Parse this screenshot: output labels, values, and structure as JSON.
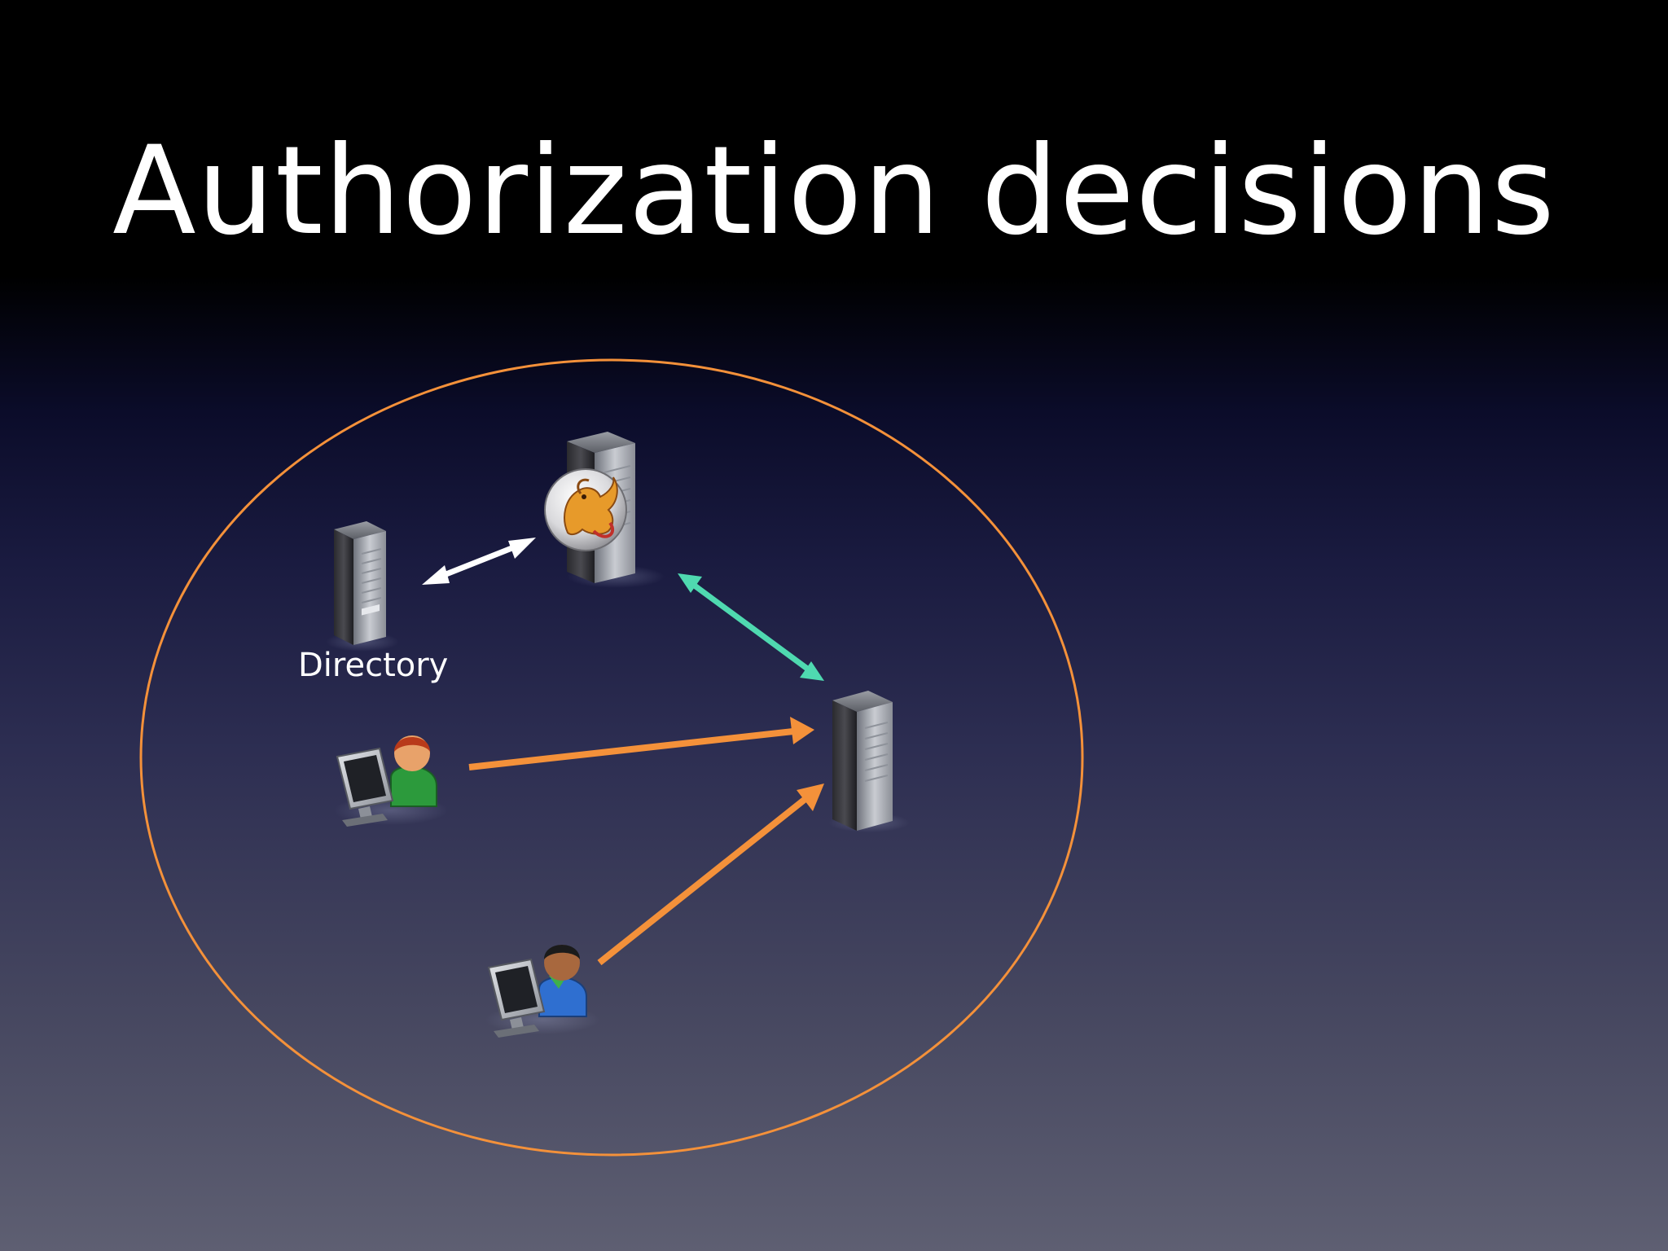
{
  "slide": {
    "title": "Authorization decisions"
  },
  "diagram": {
    "nodes": [
      {
        "id": "directory-server",
        "label": "Directory",
        "icon": "server-icon"
      },
      {
        "id": "idp-server",
        "label": "",
        "icon": "griffin-logo-server-icon"
      },
      {
        "id": "service-server",
        "label": "",
        "icon": "server-icon"
      },
      {
        "id": "user-1",
        "label": "",
        "icon": "user-computer-icon"
      },
      {
        "id": "user-2",
        "label": "",
        "icon": "user-computer-icon"
      }
    ],
    "edges": [
      {
        "from": "directory-server",
        "to": "idp-server",
        "direction": "both",
        "color": "#ffffff"
      },
      {
        "from": "idp-server",
        "to": "service-server",
        "direction": "both",
        "color": "#4fd9b0"
      },
      {
        "from": "user-1",
        "to": "service-server",
        "direction": "forward",
        "color": "#f4913a"
      },
      {
        "from": "user-2",
        "to": "service-server",
        "direction": "forward",
        "color": "#f4913a"
      }
    ],
    "boundary_color": "#f4913a"
  }
}
